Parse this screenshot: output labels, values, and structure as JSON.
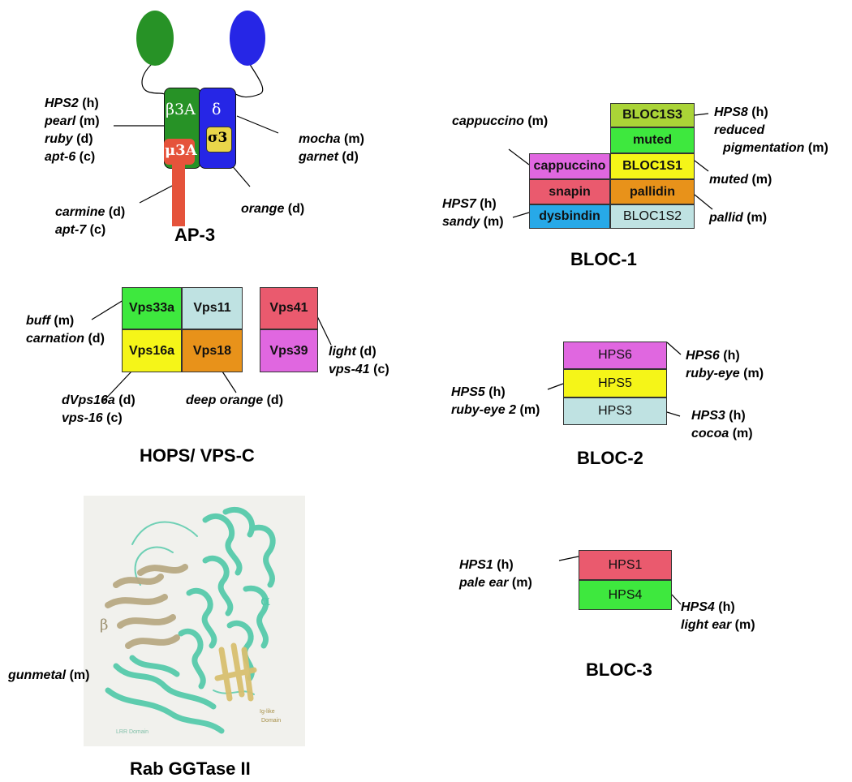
{
  "ap3": {
    "title": "AP-3",
    "subunits": {
      "beta": "β3A",
      "delta": "δ",
      "mu": "μ3A",
      "sigma": "σ3"
    },
    "labels": {
      "hps2": [
        "HPS2",
        " (h)"
      ],
      "pearl": [
        "pearl",
        " (m)"
      ],
      "ruby": [
        "ruby",
        " (d)"
      ],
      "apt6": [
        "apt-6",
        " (c)"
      ],
      "mocha": [
        "mocha",
        " (m)"
      ],
      "garnet": [
        "garnet",
        " (d)"
      ],
      "carmine": [
        "carmine",
        " (d)"
      ],
      "apt7": [
        "apt-7",
        " (c)"
      ],
      "orange": [
        "orange",
        " (d)"
      ]
    },
    "colors": {
      "green": "#279226",
      "blue": "#2626e6",
      "mu": "#e5533b",
      "sigma": "#ead64a"
    }
  },
  "bloc1": {
    "title": "BLOC-1",
    "subunits": [
      "BLOC1S3",
      "muted",
      "BLOC1S1",
      "pallidin",
      "BLOC1S2",
      "cappuccino",
      "snapin",
      "dysbindin"
    ],
    "labels": {
      "cappuccino": [
        "cappuccino",
        " (m)"
      ],
      "hps8": [
        "HPS8",
        " (h)"
      ],
      "reduced": [
        "reduced",
        ""
      ],
      "pigmentation": [
        "pigmentation",
        " (m)"
      ],
      "muted": [
        "muted",
        " (m)"
      ],
      "pallid": [
        "pallid",
        " (m)"
      ],
      "hps7": [
        "HPS7",
        " (h)"
      ],
      "sandy": [
        "sandy",
        " (m)"
      ]
    }
  },
  "hops": {
    "title": "HOPS/ VPS-C",
    "subunits": [
      "Vps33a",
      "Vps11",
      "Vps16a",
      "Vps18",
      "Vps41",
      "Vps39"
    ],
    "labels": {
      "buff": [
        "buff",
        " (m)"
      ],
      "carnation": [
        "carnation",
        " (d)"
      ],
      "light": [
        "light",
        " (d)"
      ],
      "vps41": [
        "vps-41",
        " (c)"
      ],
      "dvps16a": [
        "dVps16a",
        " (d)"
      ],
      "vps16": [
        "vps-16",
        " (c)"
      ],
      "deeporange": [
        "deep orange",
        " (d)"
      ]
    }
  },
  "bloc2": {
    "title": "BLOC-2",
    "subunits": [
      "HPS6",
      "HPS5",
      "HPS3"
    ],
    "labels": {
      "hps6": [
        "HPS6",
        " (h)"
      ],
      "rubyeye": [
        "ruby-eye",
        " (m)"
      ],
      "hps5": [
        "HPS5",
        " (h)"
      ],
      "rubyeye2": [
        "ruby-eye 2",
        " (m)"
      ],
      "hps3": [
        "HPS3",
        " (h)"
      ],
      "cocoa": [
        "cocoa",
        " (m)"
      ]
    }
  },
  "bloc3": {
    "title": "BLOC-3",
    "subunits": [
      "HPS1",
      "HPS4"
    ],
    "labels": {
      "hps1": [
        "HPS1",
        " (h)"
      ],
      "paleear": [
        "pale ear",
        " (m)"
      ],
      "hps4": [
        "HPS4",
        " (h)"
      ],
      "lightear": [
        "light ear",
        " (m)"
      ]
    }
  },
  "rab": {
    "title": "Rab GGTase II",
    "labels": {
      "gunmetal": [
        "gunmetal",
        " (m)"
      ]
    },
    "structure": {
      "beta": "β",
      "alpha": "α",
      "lrr": "LRR Domain",
      "ig1": "Ig-like",
      "ig2": "Domain"
    }
  },
  "colors": {
    "pink": "#e067e0",
    "red": "#ea5a6e",
    "blue": "#27a9e8",
    "olive": "#aad437",
    "green": "#3ee83e",
    "yellow": "#f5f518",
    "orange": "#e8921a",
    "lightblue": "#bfe2e2",
    "teal": "#4fc9a8",
    "tan": "#b9aa84"
  }
}
